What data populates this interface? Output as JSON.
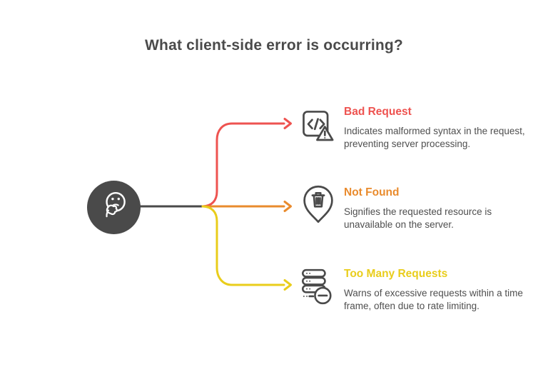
{
  "title": "What client-side error is occurring?",
  "colors": {
    "dark": "#4a4a4a",
    "red": "#ee5350",
    "orange": "#e98b2d",
    "yellow": "#e9cd1b",
    "body": "#4f4f4f"
  },
  "center": {
    "icon": "thinking-face-icon"
  },
  "branches": [
    {
      "label": "Bad Request",
      "description": "Indicates malformed syntax in the request, preventing server processing.",
      "color": "#ee5350",
      "icon": "code-error-icon"
    },
    {
      "label": "Not Found",
      "description": "Signifies the requested resource is unavailable on the server.",
      "color": "#e98b2d",
      "icon": "deleted-resource-pin-icon"
    },
    {
      "label": "Too Many Requests",
      "description": "Warns of excessive requests within a time frame, often due to rate limiting.",
      "color": "#e9cd1b",
      "icon": "server-limit-icon"
    }
  ]
}
